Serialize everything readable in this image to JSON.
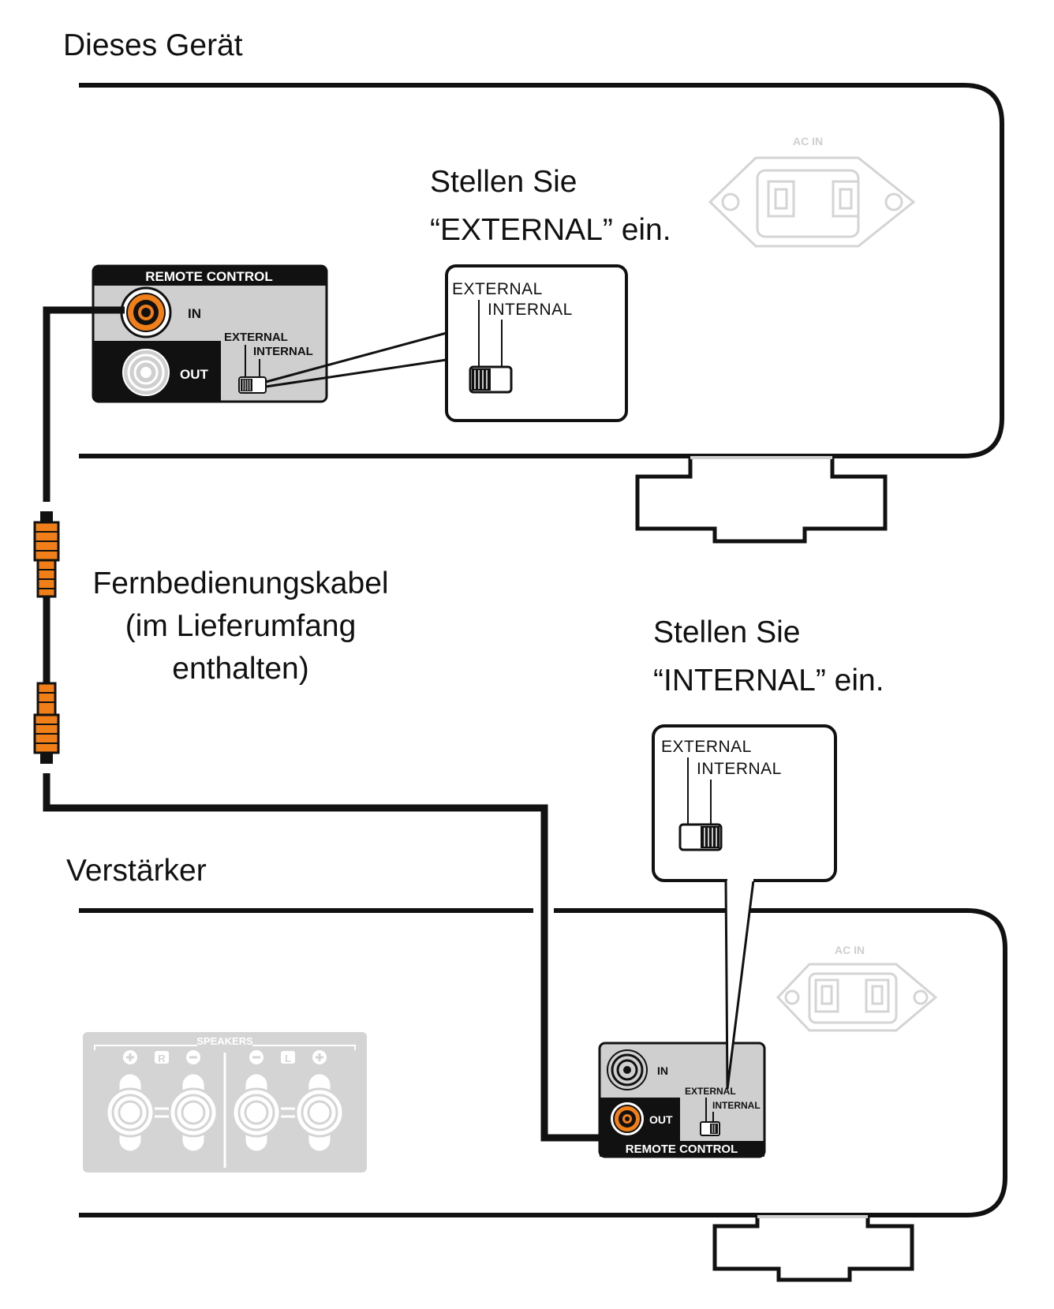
{
  "device_label": "Dieses Gerät",
  "amplifier_label": "Verstärker",
  "cable_label": {
    "line1": "Fernbedienungskabel",
    "line2": "(im Lieferumfang",
    "line3": "enthalten)"
  },
  "instruction_device": {
    "line1": "Stellen Sie",
    "line2": "“EXTERNAL” ein."
  },
  "instruction_amplifier": {
    "line1": "Stellen Sie",
    "line2": "“INTERNAL” ein."
  },
  "device_panel": {
    "title": "REMOTE CONTROL",
    "in_label": "IN",
    "out_label": "OUT",
    "switch_external": "EXTERNAL",
    "switch_internal": "INTERNAL",
    "switch_position": "EXTERNAL"
  },
  "amplifier_panel": {
    "title": "REMOTE CONTROL",
    "in_label": "IN",
    "out_label": "OUT",
    "switch_external": "EXTERNAL",
    "switch_internal": "INTERNAL",
    "switch_position": "INTERNAL"
  },
  "zoom_device": {
    "external": "EXTERNAL",
    "internal": "INTERNAL"
  },
  "zoom_amplifier": {
    "external": "EXTERNAL",
    "internal": "INTERNAL"
  },
  "ac_in_label": "AC IN",
  "speakers": {
    "title": "SPEAKERS",
    "right": "R",
    "left": "L"
  },
  "colors": {
    "cable_plug": "#f07f1a",
    "panel_gray": "#cfcfcf",
    "outline": "#111111",
    "faded": "#d4d4d4"
  }
}
